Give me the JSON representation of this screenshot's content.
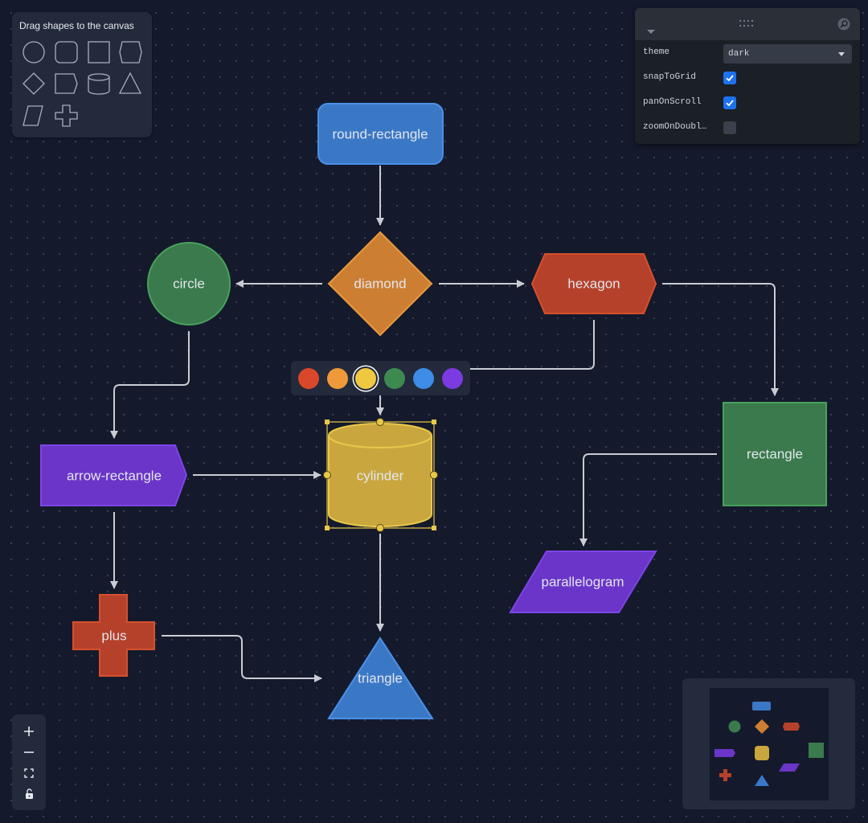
{
  "palette": {
    "title": "Drag shapes to the canvas",
    "shapes": [
      "circle",
      "round-rectangle",
      "rectangle",
      "hexagon",
      "diamond",
      "arrow-rectangle",
      "cylinder",
      "triangle",
      "parallelogram",
      "plus"
    ]
  },
  "settings": {
    "rows": [
      {
        "label": "theme",
        "type": "select",
        "value": "dark"
      },
      {
        "label": "snapToGrid",
        "type": "checkbox",
        "checked": true
      },
      {
        "label": "panOnScroll",
        "type": "checkbox",
        "checked": true
      },
      {
        "label": "zoomOnDoubleClick",
        "type": "checkbox",
        "checked": false
      }
    ]
  },
  "nodes": {
    "round_rectangle": "round-rectangle",
    "diamond": "diamond",
    "circle": "circle",
    "hexagon": "hexagon",
    "arrow_rectangle": "arrow-rectangle",
    "cylinder": "cylinder",
    "rectangle": "rectangle",
    "parallelogram": "parallelogram",
    "plus": "plus",
    "triangle": "triangle"
  },
  "colors": {
    "swatches": [
      "#d9482a",
      "#ef9a3a",
      "#efc842",
      "#3c8a4f",
      "#3d8ce6",
      "#7b3be0"
    ],
    "selected_index": 2,
    "node_colors": {
      "round_rectangle": "#3a78c6",
      "diamond": "#cc7f33",
      "circle": "#3a7a4c",
      "hexagon": "#b5412a",
      "arrow_rectangle": "#6a35c8",
      "cylinder": "#c9a73e",
      "rectangle": "#3a7a4c",
      "parallelogram": "#6a35c8",
      "plus": "#b5412a",
      "triangle": "#3a78c6"
    }
  },
  "controls": [
    "zoom-in",
    "zoom-out",
    "fit-view",
    "lock"
  ]
}
